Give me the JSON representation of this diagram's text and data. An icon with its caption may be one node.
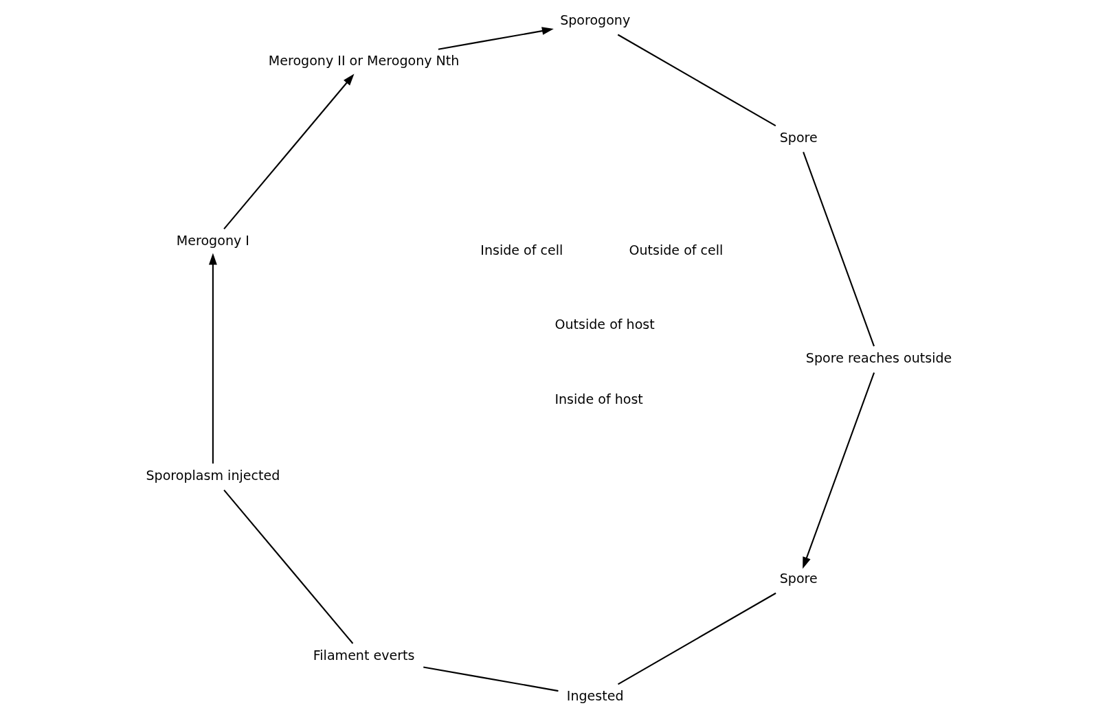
{
  "diagram": {
    "nodes": [
      {
        "text": [
          "Spore"
        ]
      },
      {
        "text": [
          "Ingested"
        ]
      },
      {
        "text": [
          "Filament everts"
        ]
      },
      {
        "text": [
          "Sporoplasm injected"
        ]
      },
      {
        "text": [
          "Merogony I"
        ]
      },
      {
        "text": [
          "Merogony II or Merogony Nth"
        ]
      },
      {
        "text": [
          "Sporogony"
        ]
      },
      {
        "text": [
          "Spore"
        ]
      },
      {
        "text": [
          "Spore reaches outside"
        ]
      }
    ],
    "edges": [
      {
        "from": 0,
        "to": 1,
        "arrow": "none"
      },
      {
        "from": 1,
        "to": 2,
        "arrow": "none"
      },
      {
        "from": 2,
        "to": 3,
        "arrow": "none"
      },
      {
        "from": 3,
        "to": 4,
        "arrow": "to"
      },
      {
        "from": 4,
        "to": 5,
        "arrow": "to"
      },
      {
        "from": 5,
        "to": 6,
        "arrow": "to"
      },
      {
        "from": 6,
        "to": 7,
        "arrow": "none"
      },
      {
        "from": 7,
        "to": 8,
        "arrow": "none"
      },
      {
        "from": 8,
        "to": 0,
        "arrow": "to"
      }
    ],
    "labels": [
      "Outside of host",
      "Inside of host",
      "Outside of cell",
      "Inside of cell"
    ]
  }
}
